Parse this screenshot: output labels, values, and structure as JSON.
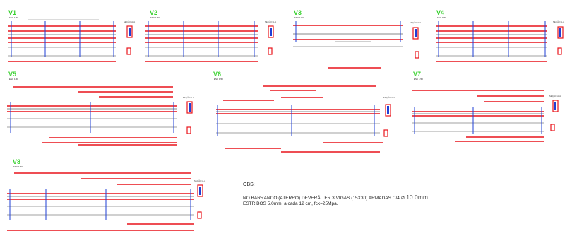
{
  "beams": [
    {
      "title": "V1",
      "scale": "ESC 1:50"
    },
    {
      "title": "V2",
      "scale": "ESC 1:50"
    },
    {
      "title": "V3",
      "scale": "ESC 1:50"
    },
    {
      "title": "V4",
      "scale": "ESC 1:50"
    },
    {
      "title": "V5",
      "scale": "ESC 1:50"
    },
    {
      "title": "V6",
      "scale": "ESC 1:50"
    },
    {
      "title": "V7",
      "scale": "ESC 1:50"
    },
    {
      "title": "V8",
      "scale": "ESC 1:50"
    }
  ],
  "section_label": "SEÇÃO A-A",
  "notes": {
    "title": "OBS:",
    "line1_text": "NO BARRANCO (ATERRO) DEVERÁ TER 3 VIGAS (15X30) ARMADAS C/4",
    "line1_diameter": "⌀ 10.0mm",
    "line2": "ESTRIBOS 5.0mm, a cada 12 cm, fck=25Mpa."
  },
  "colors": {
    "rebar": "#e8141c",
    "title": "#39d12f",
    "support": "#1f3fd6",
    "line": "#111111"
  }
}
